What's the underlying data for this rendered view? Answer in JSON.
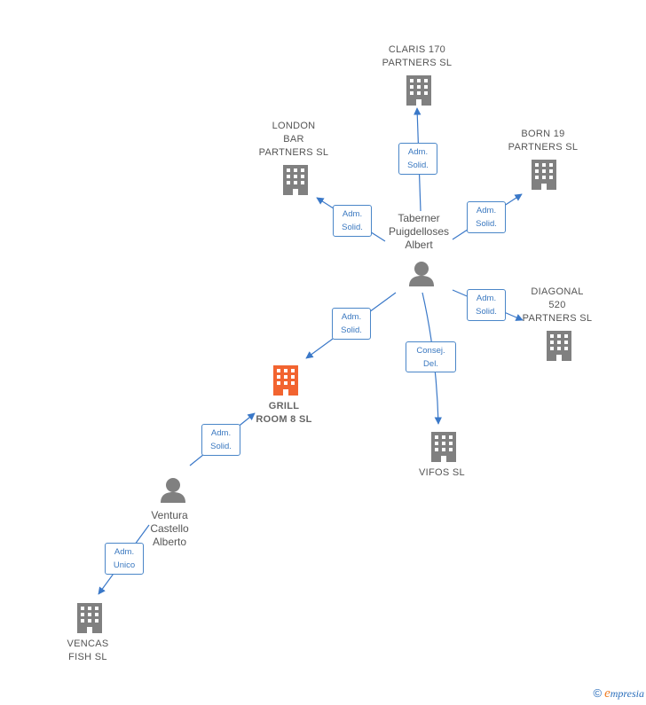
{
  "diagram": {
    "nodes": {
      "claris": {
        "label": "CLARIS 170\nPARTNERS  SL",
        "icon": "building-icon",
        "color": "#808080"
      },
      "london": {
        "label": "LONDON\nBAR\nPARTNERS  SL",
        "icon": "building-icon",
        "color": "#808080"
      },
      "born": {
        "label": "BORN 19\nPARTNERS  SL",
        "icon": "building-icon",
        "color": "#808080"
      },
      "taberner": {
        "label": "Taberner\nPuigdelloses\nAlbert",
        "icon": "person-icon",
        "color": "#808080"
      },
      "diagonal": {
        "label": "DIAGONAL\n520\nPARTNERS  SL",
        "icon": "building-icon",
        "color": "#808080"
      },
      "grill": {
        "label": "GRILL\nROOM 8  SL",
        "icon": "building-icon",
        "color": "#f26430"
      },
      "vifos": {
        "label": "VIFOS SL",
        "icon": "building-icon",
        "color": "#808080"
      },
      "ventura": {
        "label": "Ventura\nCastello\nAlberto",
        "icon": "person-icon",
        "color": "#808080"
      },
      "vencas": {
        "label": "VENCAS\nFISH  SL",
        "icon": "building-icon",
        "color": "#808080"
      }
    },
    "edges": {
      "to_claris": "Adm.\nSolid.",
      "to_london": "Adm.\nSolid.",
      "to_born": "Adm.\nSolid.",
      "to_diagonal": "Adm.\nSolid.",
      "to_grill": "Adm.\nSolid.",
      "to_vifos": "Consej.\nDel.",
      "ventura_to_grill": "Adm.\nSolid.",
      "to_vencas": "Adm.\nUnico"
    },
    "edge_color": "#3a78c8"
  },
  "footer": {
    "copyright_symbol": "©",
    "brand_initial": "e",
    "brand_rest": "mpresia"
  }
}
